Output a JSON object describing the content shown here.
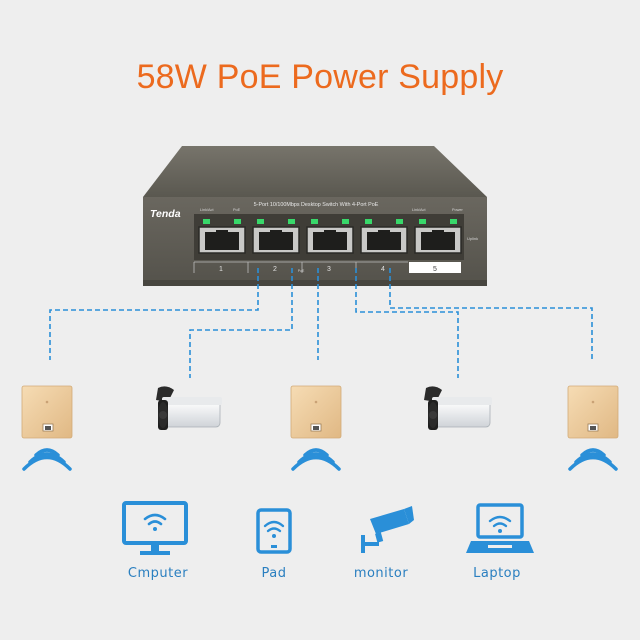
{
  "headline": "58W PoE Power Supply",
  "switch": {
    "brand": "Tenda",
    "model_text": "5-Port 10/100Mbps Desktop Switch With 4-Port PoE",
    "small_labels": {
      "link_act_left": "Link/Act",
      "poe": "PoE",
      "link_act_right": "Link/Act",
      "power": "Power",
      "uplink": "Uplink",
      "poe_bracket": "PoE"
    },
    "ports": [
      "1",
      "2",
      "3",
      "4",
      "5"
    ]
  },
  "devices": [
    {
      "type": "access-point"
    },
    {
      "type": "ip-camera"
    },
    {
      "type": "access-point"
    },
    {
      "type": "ip-camera"
    },
    {
      "type": "access-point"
    }
  ],
  "clients": [
    {
      "label": "Cmputer",
      "icon": "monitor-wifi-icon"
    },
    {
      "label": "Pad",
      "icon": "tablet-wifi-icon"
    },
    {
      "label": "monitor",
      "icon": "cctv-camera-icon"
    },
    {
      "label": "Laptop",
      "icon": "laptop-wifi-icon"
    }
  ],
  "colors": {
    "headline": "#ec6a1e",
    "accent_blue": "#2a8fd8",
    "switch_body": "#5e5c55",
    "led_green": "#38d86a"
  }
}
